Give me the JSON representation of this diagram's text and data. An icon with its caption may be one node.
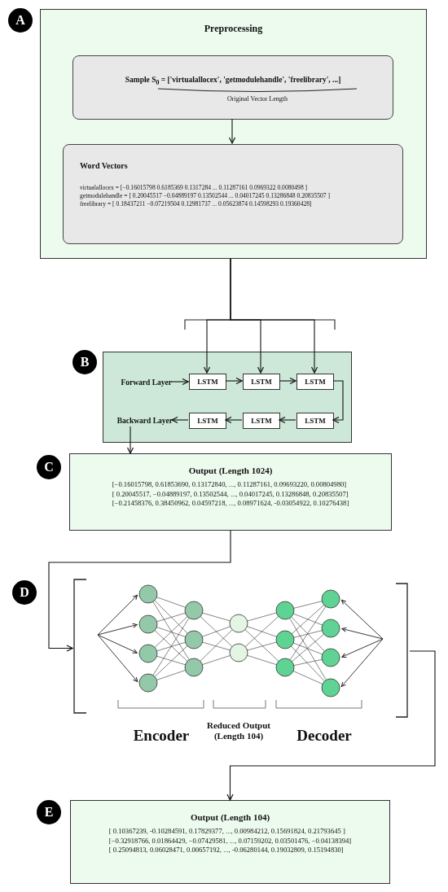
{
  "diagram": {
    "nodes": [
      {
        "text": [
          "Preprocessing"
        ],
        "beside": [
          "A"
        ]
      },
      {
        "text": [
          "Sample S$_{0}$ = ['virtualallocex', 'getmodulehandle', 'freelibrary', ...]",
          "Original Vector Length"
        ],
        "in": 0
      },
      {
        "text": [
          "Word Vectors",
          "virtualallocex = [−0.16015798 0.6185369 0.1317284 ... 0.11287161 0.0969322 0.0080498 ]",
          "getmodulehandle = [ 0.20045517 −0.04889197 0.13502544 ... 0.04017245 0.13286848 0.20835507 ]",
          "freelibrary = [ 0.18437211 −0.07219504 0.12981737 ... 0.05623874 0.14598293 0.19360428]"
        ],
        "in": 0
      },
      {
        "text": [],
        "shape": "box",
        "beside": [
          "B"
        ]
      },
      {
        "text": [
          "Forward Layer"
        ],
        "in": 3
      },
      {
        "text": [
          "LSTM"
        ],
        "in": 3
      },
      {
        "text": [
          "LSTM"
        ],
        "in": 3
      },
      {
        "text": [
          "LSTM"
        ],
        "in": 3
      },
      {
        "text": [
          "Backward Layer"
        ],
        "in": 3
      },
      {
        "text": [
          "LSTM"
        ],
        "in": 3
      },
      {
        "text": [
          "LSTM"
        ],
        "in": 3
      },
      {
        "text": [
          "LSTM"
        ],
        "in": 3
      },
      {
        "text": [
          "Output (Length 1024)",
          "[−0.16015798, 0.61853690, 0.13172840, ..., 0.11287161, 0.09693220, 0.00804980]",
          "[ 0.20045517, −0.04889197, 0.13502544, ..., 0.04017245, 0.13286848, 0.20835507]",
          "[−0.21458376, 0.38450962, 0.04597218, ..., 0.08971624, -0.03054922, 0.10276438]"
        ],
        "beside": [
          "C"
        ]
      },
      {
        "text": [],
        "shape": "picture",
        "beside": [
          "D"
        ]
      },
      {
        "text": [
          "Output (Length 104)",
          "[ 0.10367239, -0.10284591, 0.17829377, ..., 0.00984212, 0.15691824, 0.21793645 ]",
          "[−0.32918766, 0.01864429, −0.07429581, ..., 0.07159202, 0.03501476, −0.04138394]",
          "[ 0.25094813, 0.06028471, 0.00657192, ..., -0.06280144, 0.19032809, 0.15194830]"
        ],
        "beside": [
          "E"
        ]
      }
    ],
    "edges": [
      {
        "from": 1,
        "to": 2,
        "arrow": "to"
      },
      {
        "from": 0,
        "to": 5,
        "arrow": "to"
      },
      {
        "from": 0,
        "to": 6,
        "arrow": "to"
      },
      {
        "from": 0,
        "to": 7,
        "arrow": "to"
      },
      {
        "from": 4,
        "to": 5,
        "arrow": "to"
      },
      {
        "from": 5,
        "to": 6,
        "arrow": "to"
      },
      {
        "from": 6,
        "to": 7,
        "arrow": "to"
      },
      {
        "from": 7,
        "to": 11,
        "arrow": "to"
      },
      {
        "from": 11,
        "to": 10,
        "arrow": "to"
      },
      {
        "from": 10,
        "to": 9,
        "arrow": "to"
      },
      {
        "from": 9,
        "to": 8,
        "arrow": "to"
      },
      {
        "from": 8,
        "to": 12,
        "arrow": "to"
      },
      {
        "from": 12,
        "to": 13,
        "arrow": "to"
      },
      {
        "from": 13,
        "to": 14,
        "arrow": "to"
      }
    ],
    "labels": [
      "Encoder",
      "Reduced Output (Length 104)",
      "Decoder"
    ]
  }
}
